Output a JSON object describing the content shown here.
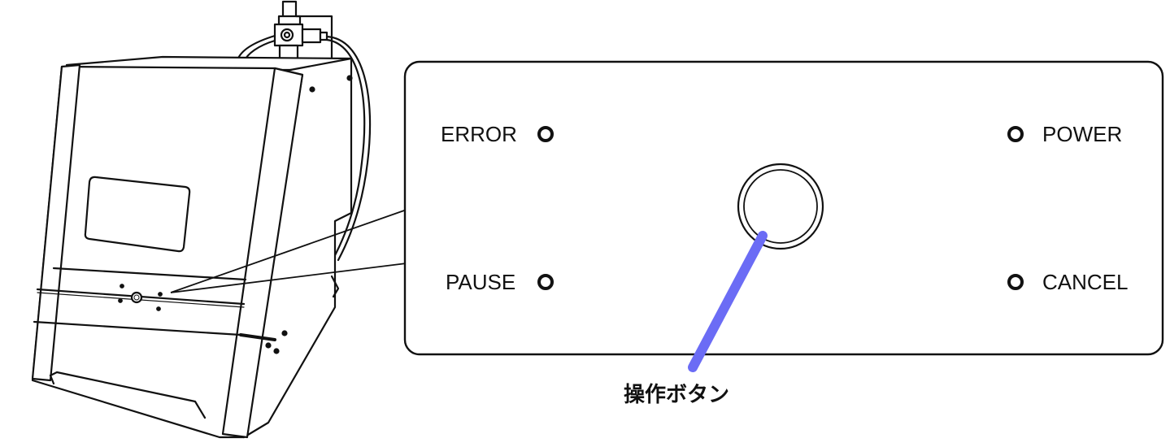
{
  "panel": {
    "labels": {
      "error": "ERROR",
      "power": "POWER",
      "pause": "PAUSE",
      "cancel": "CANCEL"
    }
  },
  "callout": {
    "label": "操作ボタン"
  },
  "colors": {
    "pointer": "#6b6cf5",
    "stroke": "#111111"
  }
}
